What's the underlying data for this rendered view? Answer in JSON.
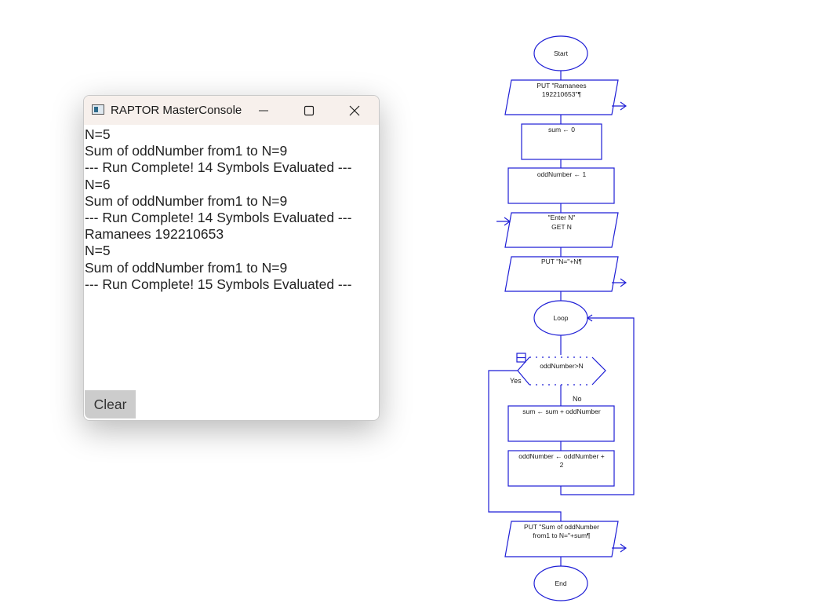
{
  "console": {
    "title": "RAPTOR MasterConsole",
    "output_lines": [
      "N=5",
      "Sum of oddNumber from1 to N=9",
      "--- Run Complete! 14 Symbols Evaluated ---",
      "N=6",
      "Sum of oddNumber from1 to N=9",
      "--- Run Complete! 14 Symbols Evaluated ---",
      "Ramanees 192210653",
      "N=5",
      "Sum of oddNumber from1 to N=9",
      "--- Run Complete! 15 Symbols Evaluated ---"
    ],
    "clear_label": "Clear"
  },
  "flowchart": {
    "start": "Start",
    "put_name": [
      "PUT \"Ramanees",
      "192210653\"¶"
    ],
    "assign_sum": "sum ← 0",
    "assign_odd": "oddNumber ← 1",
    "get_n": [
      "\"Enter N\"",
      "GET N"
    ],
    "put_n": "PUT \"N=\"+N¶",
    "loop": "Loop",
    "condition": "oddNumber>N",
    "yes": "Yes",
    "no": "No",
    "sum_update": "sum ← sum + oddNumber",
    "odd_update": [
      "oddNumber ← oddNumber +",
      "2"
    ],
    "put_sum": [
      "PUT \"Sum of oddNumber",
      "from1 to N=\"+sum¶"
    ],
    "end": "End"
  },
  "colors": {
    "flow_line": "#1f1fd6",
    "titlebar": "#f7f0ec",
    "clear_button": "#cccccc"
  }
}
